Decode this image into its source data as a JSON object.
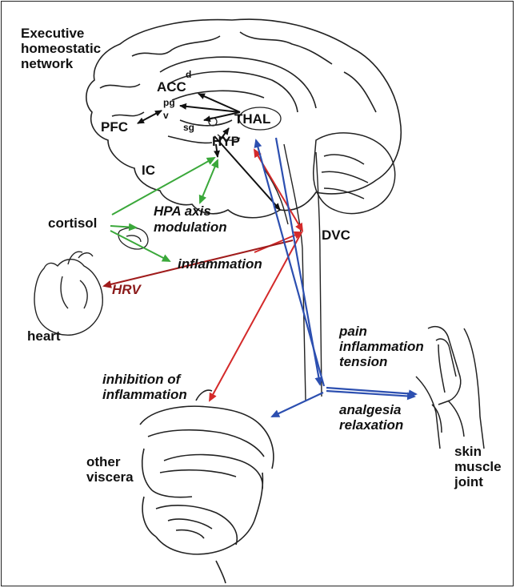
{
  "labels": {
    "executive_line1": "Executive",
    "executive_line2": "homeostatic",
    "executive_line3": "network",
    "acc": "ACC",
    "d": "d",
    "pg": "pg",
    "v": "v",
    "pfc": "PFC",
    "sg": "sg",
    "thal": "THAL",
    "hyp": "HYP",
    "ic": "IC",
    "hpa_line1": "HPA axis",
    "hpa_line2": "modulation",
    "cortisol": "cortisol",
    "dvc": "DVC",
    "inflammation": "inflammation",
    "hrv": "HRV",
    "heart": "heart",
    "pain_line1": "pain",
    "pain_line2": "inflammation",
    "pain_line3": "tension",
    "inhibition_line1": "inhibition of",
    "inhibition_line2": "inflammation",
    "analgesia_line1": "analgesia",
    "analgesia_line2": "relaxation",
    "skin_line1": "skin",
    "skin_line2": "muscle",
    "skin_line3": "joint",
    "viscera_line1": "other",
    "viscera_line2": "viscera"
  },
  "colors": {
    "black_arrow": "#111111",
    "red_arrow": "#d42a2a",
    "blue_arrow": "#2c4fb0",
    "green_arrow": "#3aa83a",
    "dark_red_arrow": "#a01c1c"
  }
}
